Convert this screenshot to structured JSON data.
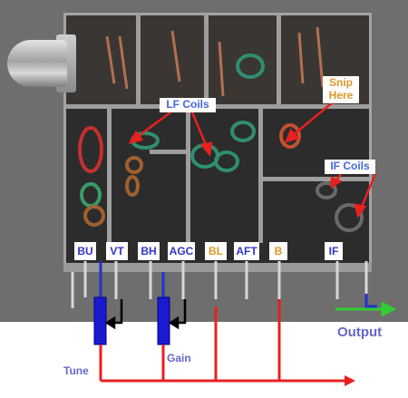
{
  "callouts": {
    "lf_coils": "LF Coils",
    "snip_here": "Snip Here",
    "if_coils": "IF Coils"
  },
  "pins": [
    "BU",
    "VT",
    "BH",
    "AGC",
    "BL",
    "AFT",
    "B",
    "IF"
  ],
  "bottom_labels": {
    "tune": "Tune",
    "gain": "Gain",
    "output": "Output"
  },
  "colors": {
    "red_wire": "#e82020",
    "blue_wire": "#2233cc",
    "blue_label": "#3333cc",
    "orange_label": "#e0962a",
    "green_arrow": "#33cc33"
  }
}
